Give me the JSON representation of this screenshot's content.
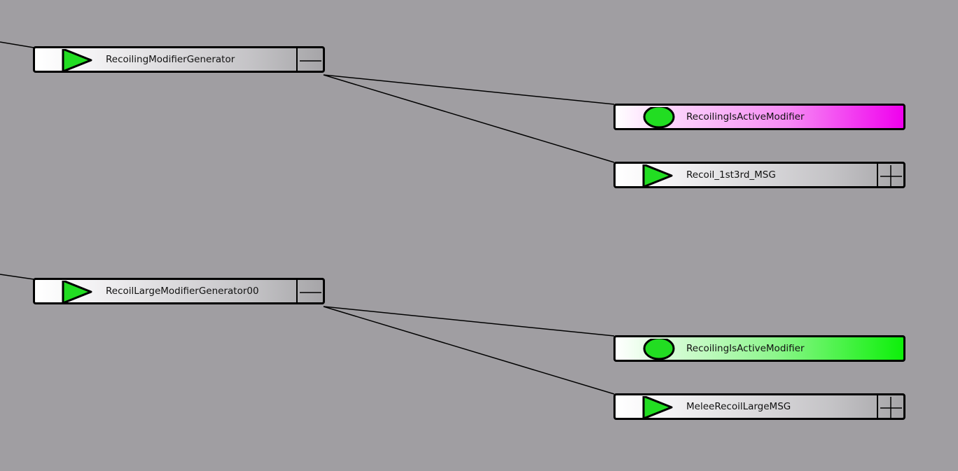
{
  "graph": {
    "background": "#a09ea2",
    "nodes": {
      "recoiling_modifier_generator": {
        "label": "RecoilingModifierGenerator",
        "icon": "play-triangle-icon",
        "toggle": "collapse-minus-icon"
      },
      "recoiling_is_active_modifier_1": {
        "label": "RecoilingIsActiveModifier",
        "icon": "green-circle-icon",
        "color": "#f000ee"
      },
      "recoil_1st3rd_msg": {
        "label": "Recoil_1st3rd_MSG",
        "icon": "play-triangle-icon",
        "toggle": "expand-plus-icon"
      },
      "recoil_large_modifier_generator": {
        "label": "RecoilLargeModifierGenerator00",
        "icon": "play-triangle-icon",
        "toggle": "collapse-minus-icon"
      },
      "recoiling_is_active_modifier_2": {
        "label": "RecoilingIsActiveModifier",
        "icon": "green-circle-icon",
        "color": "#0df00a"
      },
      "melee_recoil_large_msg": {
        "label": "MeleeRecoilLargeMSG",
        "icon": "play-triangle-icon",
        "toggle": "expand-plus-icon"
      }
    },
    "icon_colors": {
      "play": "#22dd22",
      "circle": "#22dd22"
    }
  }
}
